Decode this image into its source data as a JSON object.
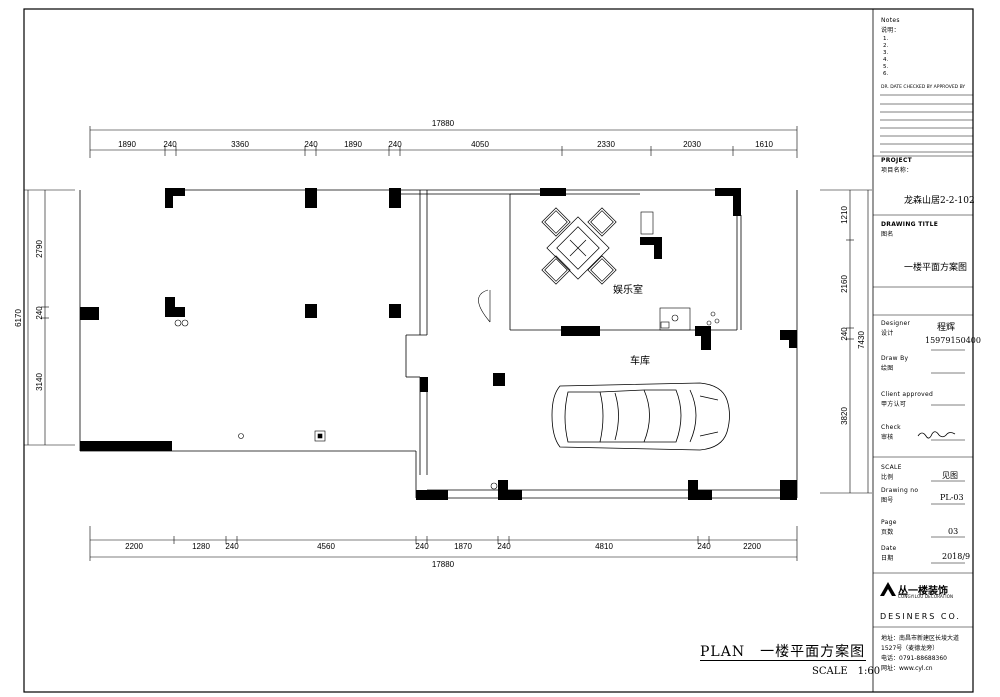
{
  "drawing": {
    "total_dim_top": "17880",
    "top_dims": [
      "1890",
      "240",
      "3360",
      "240",
      "1890",
      "240",
      "4050",
      "2330",
      "2030",
      "1610"
    ],
    "total_dim_bottom": "17880",
    "bottom_dims": [
      "2200",
      "1280",
      "240",
      "4560",
      "240",
      "1870",
      "240",
      "4810",
      "240",
      "2200"
    ],
    "left_total": "6170",
    "left_dims": [
      "2790",
      "240",
      "3140"
    ],
    "right_total": "7430",
    "right_dims": [
      "1210",
      "2160",
      "240",
      "3820"
    ],
    "rooms": {
      "entertainment": "娱乐室",
      "garage": "车库"
    }
  },
  "title_block": {
    "notes_heading": "Notes",
    "notes_heading_cn": "说明：",
    "notes_lines": [
      "1.",
      "2.",
      "3.",
      "4.",
      "5.",
      "6."
    ],
    "sign_row": "DR.  DATE   CHECKED BY   APPROVED BY",
    "project_label": "PROJECT",
    "project_label_cn": "项目名称：",
    "project_name": "龙森山居2-2-102",
    "drawing_title_label": "DRAWING TITLE",
    "drawing_title_label_cn": "图名",
    "drawing_title": "一楼平面方案图",
    "designer_label": "Designer",
    "designer_label_cn": "设计",
    "designer_name": "程辉",
    "designer_phone": "15979150400",
    "draw_by_label": "Draw By",
    "draw_by_label_cn": "绘图",
    "client_label": "Client approved",
    "client_label_cn": "甲方认可",
    "check_label": "Check",
    "check_label_cn": "审核",
    "scale_label": "SCALE",
    "scale_label_cn": "比例",
    "scale_value": "见图",
    "drawing_no_label": "Drawing no",
    "drawing_no_label_cn": "图号",
    "drawing_no": "PL-03",
    "page_label": "Page",
    "page_label_cn": "页数",
    "page_value": "03",
    "date_label": "Date",
    "date_label_cn": "日期",
    "date_value": "2018/9",
    "company_logo_text": "丛一楼装饰",
    "company_logo_sub": "CONGYILOU DECORATION",
    "company_en": "DESINERS CO.",
    "address_line1": "地址：南昌市新建区长堎大道",
    "address_line2": "1527号（麦德龙旁）",
    "phone_line": "电话：0791-88688360",
    "web_line": "网址：www.cyl.cn"
  },
  "plan_title": "PLAN　一楼平面方案图",
  "scale_text": "SCALE　1:60"
}
